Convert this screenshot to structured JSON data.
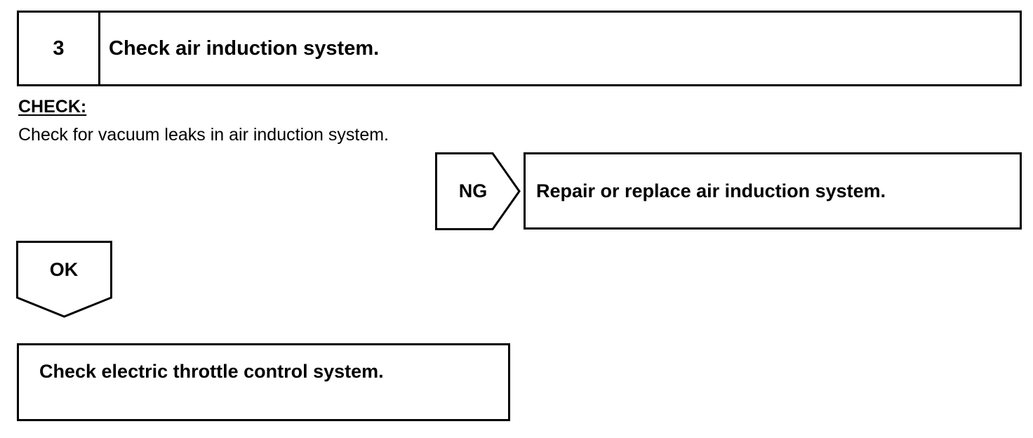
{
  "step": {
    "number": "3",
    "title": "Check air induction system."
  },
  "check": {
    "label": "CHECK:",
    "text": "Check for vacuum leaks in air induction system."
  },
  "ng_branch": {
    "label": "NG",
    "result": "Repair or replace air induction system."
  },
  "ok_branch": {
    "label": "OK",
    "result": "Check electric throttle control system."
  }
}
